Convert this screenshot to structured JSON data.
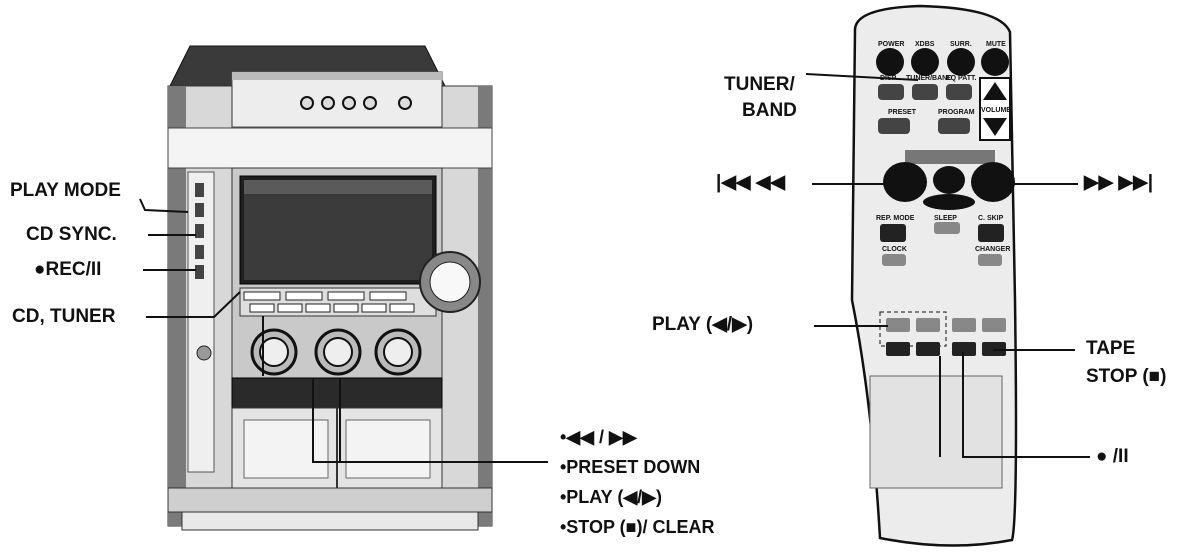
{
  "unit_labels": {
    "play_mode": "PLAY MODE",
    "cd_sync": "CD SYNC.",
    "rec_pause": "●REC/II",
    "cd_tuner": "CD, TUNER"
  },
  "unit_bullets": [
    "•◀◀ / ▶▶",
    "•PRESET DOWN",
    "•PLAY (◀/▶)",
    "•STOP (■)/ CLEAR"
  ],
  "remote_labels": {
    "tuner_band_line1": "TUNER/",
    "tuner_band_line2": "BAND",
    "skip_back": "|◀◀ ◀◀",
    "skip_fwd": "▶▶ ▶▶|",
    "play": "PLAY (◀/▶)",
    "tape_stop_line1": "TAPE",
    "tape_stop_line2": "STOP (■)",
    "rec_pause": "● /II"
  },
  "remote_buttons": {
    "power": "POWER",
    "xdbs": "XDBS",
    "surr": "SURR.",
    "mute": "MUTE",
    "disp": "DISP.",
    "tuner_band": "TUNER/BAND",
    "eq_patt": "EQ PATT.",
    "preset": "PRESET",
    "program": "PROGRAM",
    "volume": "VOLUME",
    "rep_mode": "REP. MODE",
    "sleep": "SLEEP",
    "cd_skip": "C. SKIP",
    "clock": "CLOCK",
    "changer": "CHANGER"
  }
}
